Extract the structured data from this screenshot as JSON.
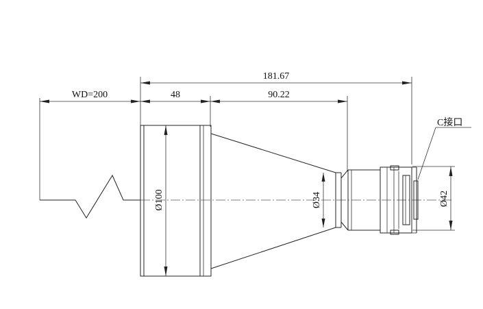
{
  "dimensions": {
    "overall_length": "181.67",
    "working_distance": "WD=200",
    "front_barrel_length": "48",
    "taper_length": "90.22",
    "front_diameter": "Ø100",
    "rear_diameter": "Ø34",
    "mount_diameter": "Ø42"
  },
  "callouts": {
    "mount": "C接口"
  }
}
